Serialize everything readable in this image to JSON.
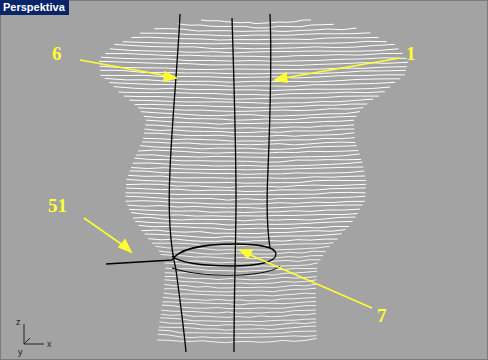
{
  "diagram": {
    "labels": [
      "Perspektiva",
      "6",
      "1",
      "51",
      "7",
      "z",
      "y",
      "x"
    ]
  }
}
